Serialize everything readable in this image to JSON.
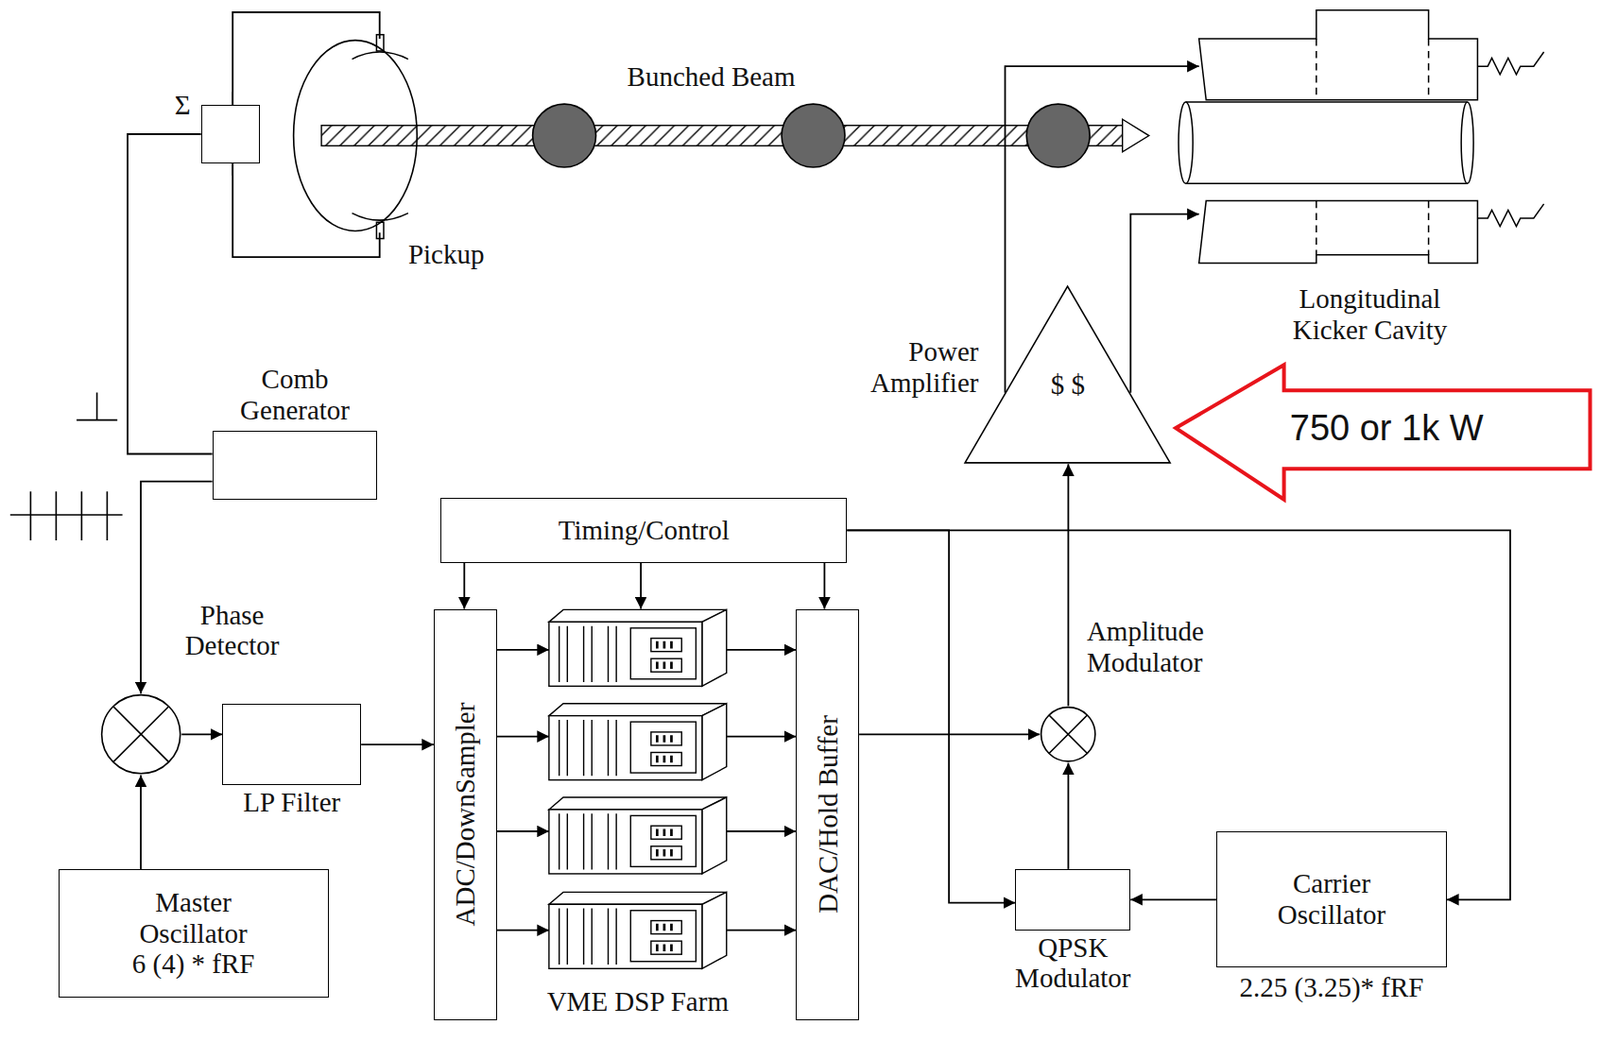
{
  "diagram": {
    "nodes": [
      {
        "text": [
          "Σ"
        ]
      },
      {
        "text": [
          "Pickup"
        ]
      },
      {
        "text": [
          "Longitudinal Kicker Cavity"
        ]
      },
      {
        "text": [
          "Power Amplifier",
          "$ $"
        ]
      },
      {
        "text": [
          "750 or 1k W"
        ]
      },
      {
        "text": [
          "Comb Generator"
        ]
      },
      {
        "text": [
          "Timing/Control"
        ]
      },
      {
        "text": [
          "Phase Detector"
        ]
      },
      {
        "text": [
          "LP Filter"
        ]
      },
      {
        "text": [
          "ADC/DownSampler"
        ]
      },
      {
        "text": [
          "VME DSP Farm"
        ]
      },
      {
        "text": [
          "DAC/Hold Buffer"
        ]
      },
      {
        "text": [
          "Amplitude Modulator"
        ]
      },
      {
        "text": [
          "QPSK Modulator"
        ]
      },
      {
        "text": [
          "Carrier Oscillator",
          "2.25 (3.25)* fRF"
        ]
      },
      {
        "text": [
          "Master Oscillator",
          "6 (4) * fRF"
        ]
      }
    ],
    "edges": [
      {
        "from": 1,
        "to": 0,
        "arrow": "none"
      },
      {
        "from": 0,
        "to": 5,
        "arrow": "none"
      },
      {
        "from": 5,
        "to": 7,
        "arrow": "to"
      },
      {
        "from": 15,
        "to": 7,
        "arrow": "to"
      },
      {
        "from": 7,
        "to": 8,
        "arrow": "to"
      },
      {
        "from": 8,
        "to": 9,
        "arrow": "to"
      },
      {
        "from": 6,
        "to": 9,
        "arrow": "to"
      },
      {
        "from": 6,
        "to": 10,
        "arrow": "to"
      },
      {
        "from": 6,
        "to": 11,
        "arrow": "to"
      },
      {
        "from": 9,
        "to": 10,
        "arrow": "to"
      },
      {
        "from": 10,
        "to": 11,
        "arrow": "to"
      },
      {
        "from": 11,
        "to": 12,
        "arrow": "to"
      },
      {
        "from": 6,
        "to": 13,
        "arrow": "to"
      },
      {
        "from": 6,
        "to": 14,
        "arrow": "to"
      },
      {
        "from": 14,
        "to": 13,
        "arrow": "to"
      },
      {
        "from": 13,
        "to": 12,
        "arrow": "to"
      },
      {
        "from": 12,
        "to": 3,
        "arrow": "to"
      },
      {
        "from": 3,
        "to": 2,
        "arrow": "to"
      }
    ],
    "labels": [
      "Bunched Beam"
    ]
  }
}
